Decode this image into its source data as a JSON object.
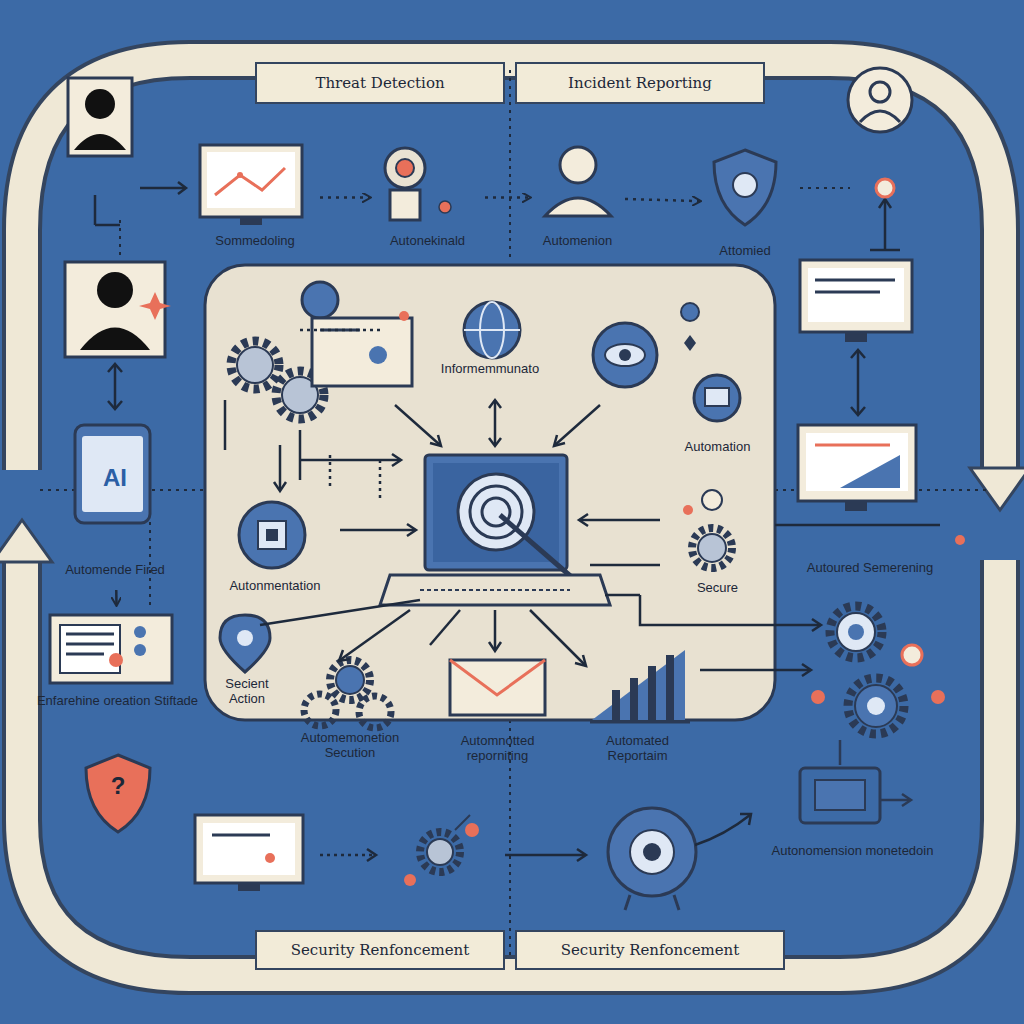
{
  "diagram": {
    "nodes": [
      {
        "text": [
          "Threat Detection"
        ]
      },
      {
        "text": [
          "Incident Reporting"
        ]
      },
      {
        "text": [
          "Sommedoling"
        ]
      },
      {
        "text": [
          "Autonekinald"
        ]
      },
      {
        "text": [
          "Automenion"
        ]
      },
      {
        "text": [
          "Attomied"
        ]
      },
      {
        "text": [
          "AI",
          "Automende Fired"
        ]
      },
      {
        "text": [
          "Enfarehine oreation Stiftade"
        ]
      },
      {
        "text": [
          "?"
        ]
      },
      {
        "text": [
          "Informemmunato"
        ]
      },
      {
        "text": [
          "Automation"
        ]
      },
      {
        "text": [
          "Autonmentation"
        ]
      },
      {
        "text": [
          "Secure"
        ]
      },
      {
        "text": [
          "Secient Action"
        ]
      },
      {
        "text": [
          "Automemonetion Secution"
        ]
      },
      {
        "text": [
          "Automnotted reporniting"
        ]
      },
      {
        "text": [
          "Automated Reportaim"
        ]
      },
      {
        "text": [
          "Autoured Semerening"
        ]
      },
      {
        "text": [
          "Autonomension monetedoin"
        ]
      },
      {
        "text": [
          "Security Renfoncement"
        ]
      },
      {
        "text": [
          "Security Renfoncement"
        ]
      }
    ],
    "edges": [
      {
        "from": 2,
        "to": 3,
        "arrow": "to"
      },
      {
        "from": 3,
        "to": 4,
        "arrow": "to"
      },
      {
        "from": 4,
        "to": 5,
        "arrow": "to"
      },
      {
        "from": 6,
        "to": 7,
        "arrow": "to"
      }
    ]
  }
}
